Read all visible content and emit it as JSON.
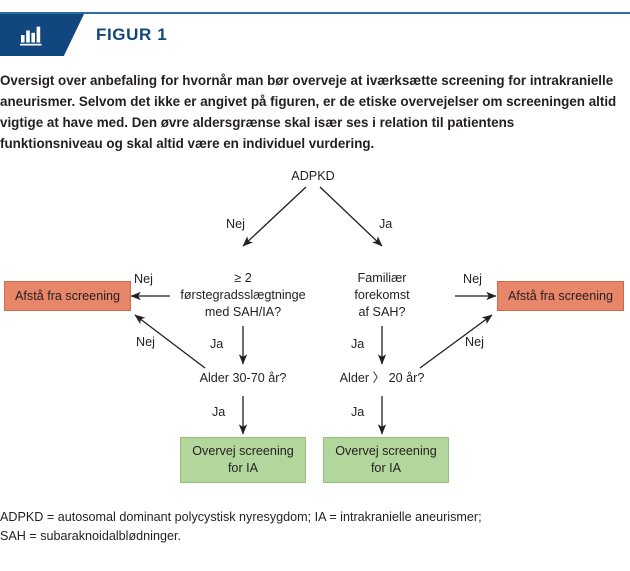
{
  "header": {
    "icon": "bar-chart-icon",
    "title": "FIGUR 1",
    "accent_color": "#12467f",
    "rule_color": "#2e6ca4"
  },
  "description": "Oversigt over anbefaling for hvornår man bør overveje at iværksætte screening for intrakranielle aneurismer. Selvom det ikke er angivet på figuren, er de etiske overvejelser om screeningen altid vigtige at have med. Den øvre aldersgrænse skal især ses i relation til patientens funktionsniveau og skal altid være en individuel vurdering.",
  "flowchart": {
    "type": "decision-flowchart",
    "colors": {
      "stop_fill": "#e8866a",
      "stop_border": "#d2694c",
      "go_fill": "#b2d69b",
      "go_border": "#93c278",
      "arrow": "#231f20"
    },
    "nodes": {
      "root": "ADPKD",
      "left_decision_line1": "≥ 2",
      "left_decision_line2": "førstegradsslægtninge",
      "left_decision_line3": "med SAH/IA?",
      "right_decision_line1": "Familiær",
      "right_decision_line2": "forekomst",
      "right_decision_line3": "af SAH?",
      "left_age_decision": "Alder 30-70 år?",
      "right_age_decision": "Alder 〉 20 år?",
      "stop_left_line1": "Afstå fra screening",
      "stop_right_line1": "Afstå fra screening",
      "go_left_line1": "Overvej screening",
      "go_left_line2": "for IA",
      "go_right_line1": "Overvej screening",
      "go_right_line2": "for IA"
    },
    "edge_labels": {
      "root_left": "Nej",
      "root_right": "Ja",
      "left_decision_no": "Nej",
      "left_decision_yes": "Ja",
      "right_decision_no": "Nej",
      "right_decision_yes": "Ja",
      "left_age_no": "Nej",
      "left_age_yes": "Ja",
      "right_age_no": "Nej",
      "right_age_yes": "Ja"
    }
  },
  "footnote": {
    "line1": "ADPKD = autosomal dominant polycystisk nyresygdom; IA = intrakranielle aneurismer;",
    "line2": "SAH = subaraknoidalblødninger."
  }
}
